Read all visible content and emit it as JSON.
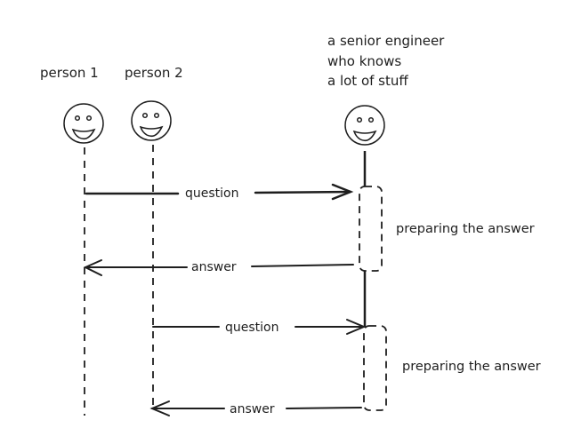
{
  "diagram": {
    "type": "sequence-diagram",
    "stroke_color": "#1e1e1e",
    "background": "#ffffff",
    "actors": [
      {
        "id": "p1",
        "label_lines": [
          "person 1"
        ],
        "icon": "smiley-face-icon"
      },
      {
        "id": "p2",
        "label_lines": [
          "person 2"
        ],
        "icon": "smiley-face-icon"
      },
      {
        "id": "senior",
        "label_lines": [
          "a senior engineer",
          "who knows",
          "a lot of stuff"
        ],
        "icon": "smiley-face-icon"
      }
    ],
    "messages": [
      {
        "from": "p1",
        "to": "senior",
        "label": "question",
        "style": "solid"
      },
      {
        "from": "senior",
        "to": "p1",
        "label": "answer",
        "style": "solid"
      },
      {
        "from": "p2",
        "to": "senior",
        "label": "question",
        "style": "solid"
      },
      {
        "from": "senior",
        "to": "p2",
        "label": "answer",
        "style": "solid"
      }
    ],
    "activations": [
      {
        "actor": "senior",
        "note": "preparing the answer"
      },
      {
        "actor": "senior",
        "note": "preparing the answer"
      }
    ]
  }
}
